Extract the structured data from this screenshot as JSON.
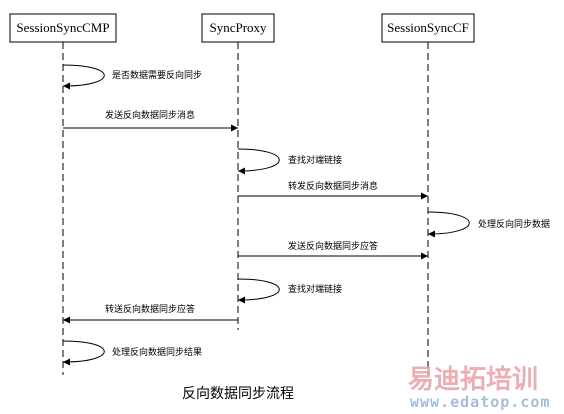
{
  "actors": [
    {
      "id": "cmp",
      "label": "SessionSyncCMP"
    },
    {
      "id": "proxy",
      "label": "SyncProxy"
    },
    {
      "id": "cf",
      "label": "SessionSyncCF"
    }
  ],
  "messages": [
    {
      "from": "cmp",
      "to": "cmp",
      "label": "是否数据需要反向同步"
    },
    {
      "from": "cmp",
      "to": "proxy",
      "label": "发送反向数据同步消息"
    },
    {
      "from": "proxy",
      "to": "proxy",
      "label": "查找对端链接"
    },
    {
      "from": "proxy",
      "to": "cf",
      "label": "转发反向数据同步消息"
    },
    {
      "from": "cf",
      "to": "cf",
      "label": "处理反向同步数据"
    },
    {
      "from": "proxy",
      "to": "cf",
      "label": "发送反向数据同步应答"
    },
    {
      "from": "proxy",
      "to": "proxy",
      "label": "查找对端链接"
    },
    {
      "from": "proxy",
      "to": "cmp",
      "label": "转送反向数据同步应答"
    },
    {
      "from": "cmp",
      "to": "cmp",
      "label": "处理反向数据同步结果"
    }
  ],
  "caption": "反向数据同步流程",
  "watermark": {
    "brand": "易迪拓培训",
    "url": "www.edatop.com"
  }
}
